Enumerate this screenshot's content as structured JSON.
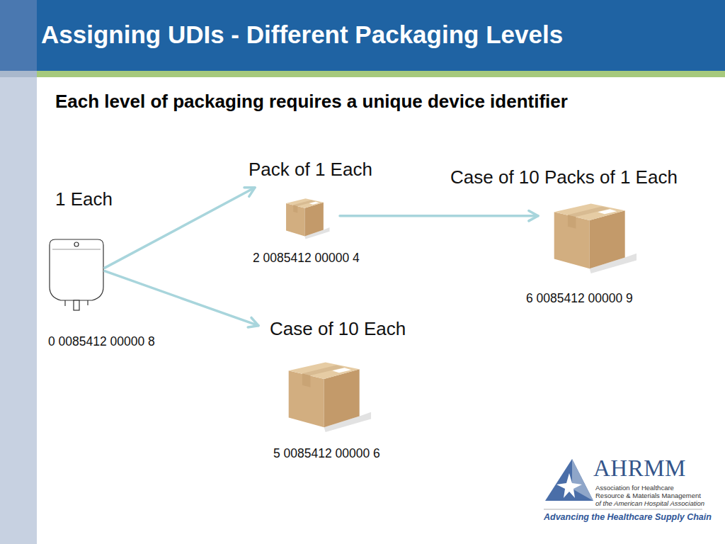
{
  "diagram": {
    "title": "Assigning UDIs - Different Packaging Levels",
    "nodes": [
      {
        "text": [
          "1 Each",
          "0 0085412 00000 8"
        ]
      },
      {
        "text": [
          "Pack of 1 Each",
          "2 0085412 00000 4"
        ]
      },
      {
        "text": [
          "Case of 10 Packs of 1 Each",
          "6 0085412 00000 9"
        ]
      },
      {
        "text": [
          "Case of 10 Each",
          "5 0085412 00000 6"
        ]
      }
    ],
    "edges": [
      {
        "from": 0,
        "to": 1,
        "arrow": "to"
      },
      {
        "from": 1,
        "to": 2,
        "arrow": "to"
      },
      {
        "from": 0,
        "to": 3,
        "arrow": "to"
      }
    ],
    "labels": [
      "Each level of packaging requires a unique device identifier",
      "AHRMM",
      "Association for Healthcare",
      "Resource & Materials Management",
      "of the American Hospital Association",
      "Advancing the Healthcare Supply Chain"
    ]
  }
}
